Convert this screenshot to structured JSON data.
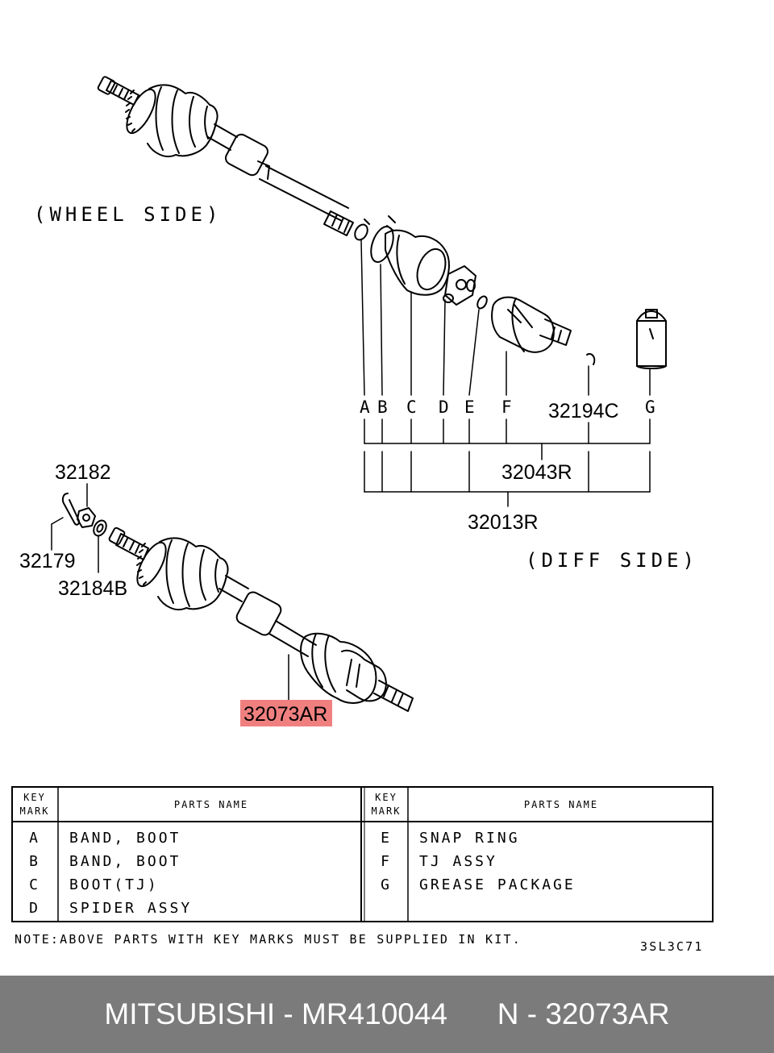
{
  "diagram": {
    "wheel_side": "(WHEEL SIDE)",
    "diff_side": "(DIFF SIDE)",
    "diagram_code": "3SL3C71",
    "part_numbers": {
      "p32194C": "32194C",
      "p32043R": "32043R",
      "p32013R": "32013R",
      "p32182": "32182",
      "p32179": "32179",
      "p32184B": "32184B",
      "p32073AR": "32073AR"
    },
    "callouts": [
      "A",
      "B",
      "C",
      "D",
      "E",
      "F",
      "G"
    ],
    "highlight_color": "#f08080"
  },
  "table": {
    "headers": {
      "key_mark_1": "KEY",
      "key_mark_2": "MARK",
      "parts_name": "PARTS NAME"
    },
    "left_rows": [
      {
        "key": "A",
        "name": "BAND, BOOT"
      },
      {
        "key": "B",
        "name": "BAND, BOOT"
      },
      {
        "key": "C",
        "name": "BOOT(TJ)"
      },
      {
        "key": "D",
        "name": "SPIDER ASSY"
      }
    ],
    "right_rows": [
      {
        "key": "E",
        "name": "SNAP RING"
      },
      {
        "key": "F",
        "name": "TJ ASSY"
      },
      {
        "key": "G",
        "name": "GREASE PACKAGE"
      }
    ],
    "note": "NOTE:ABOVE PARTS WITH KEY MARKS MUST BE SUPPLIED IN KIT."
  },
  "footer": {
    "brand_part": "MITSUBISHI - MR410044",
    "oem_part": "N - 32073AR",
    "background": "#7b7b7b"
  }
}
